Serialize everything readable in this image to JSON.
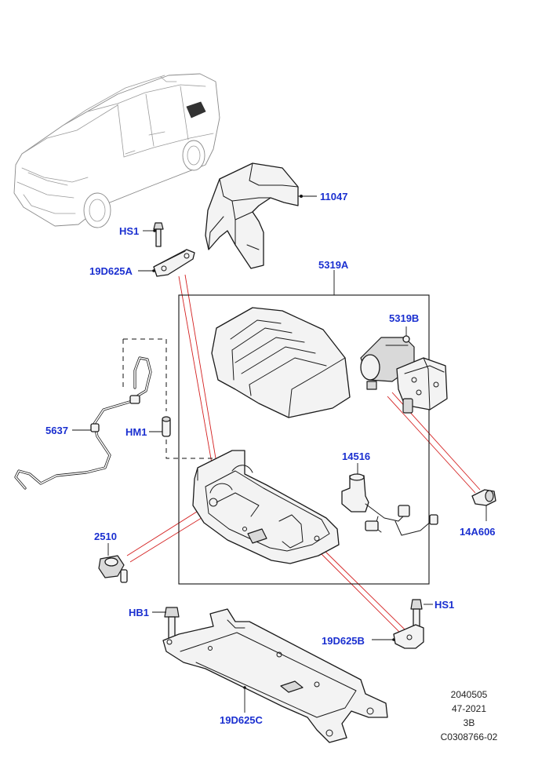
{
  "callouts": {
    "c11047": "11047",
    "c5319a": "5319A",
    "c5319b": "5319B",
    "c14516": "14516",
    "c14a606": "14A606",
    "chs1_top": "HS1",
    "c19d625a": "19D625A",
    "c5637": "5637",
    "chm1": "HM1",
    "c2510": "2510",
    "chb1": "HB1",
    "chs1_bottom": "HS1",
    "c19d625b": "19D625B",
    "c19d625c": "19D625C"
  },
  "reference": {
    "line1": "2040505",
    "line2": "47-2021",
    "line3": "3B",
    "line4": "C0308766-02"
  },
  "colors": {
    "callout": "#1a2fd0",
    "leader_red": "#d42020",
    "line": "#1a1a1a"
  }
}
